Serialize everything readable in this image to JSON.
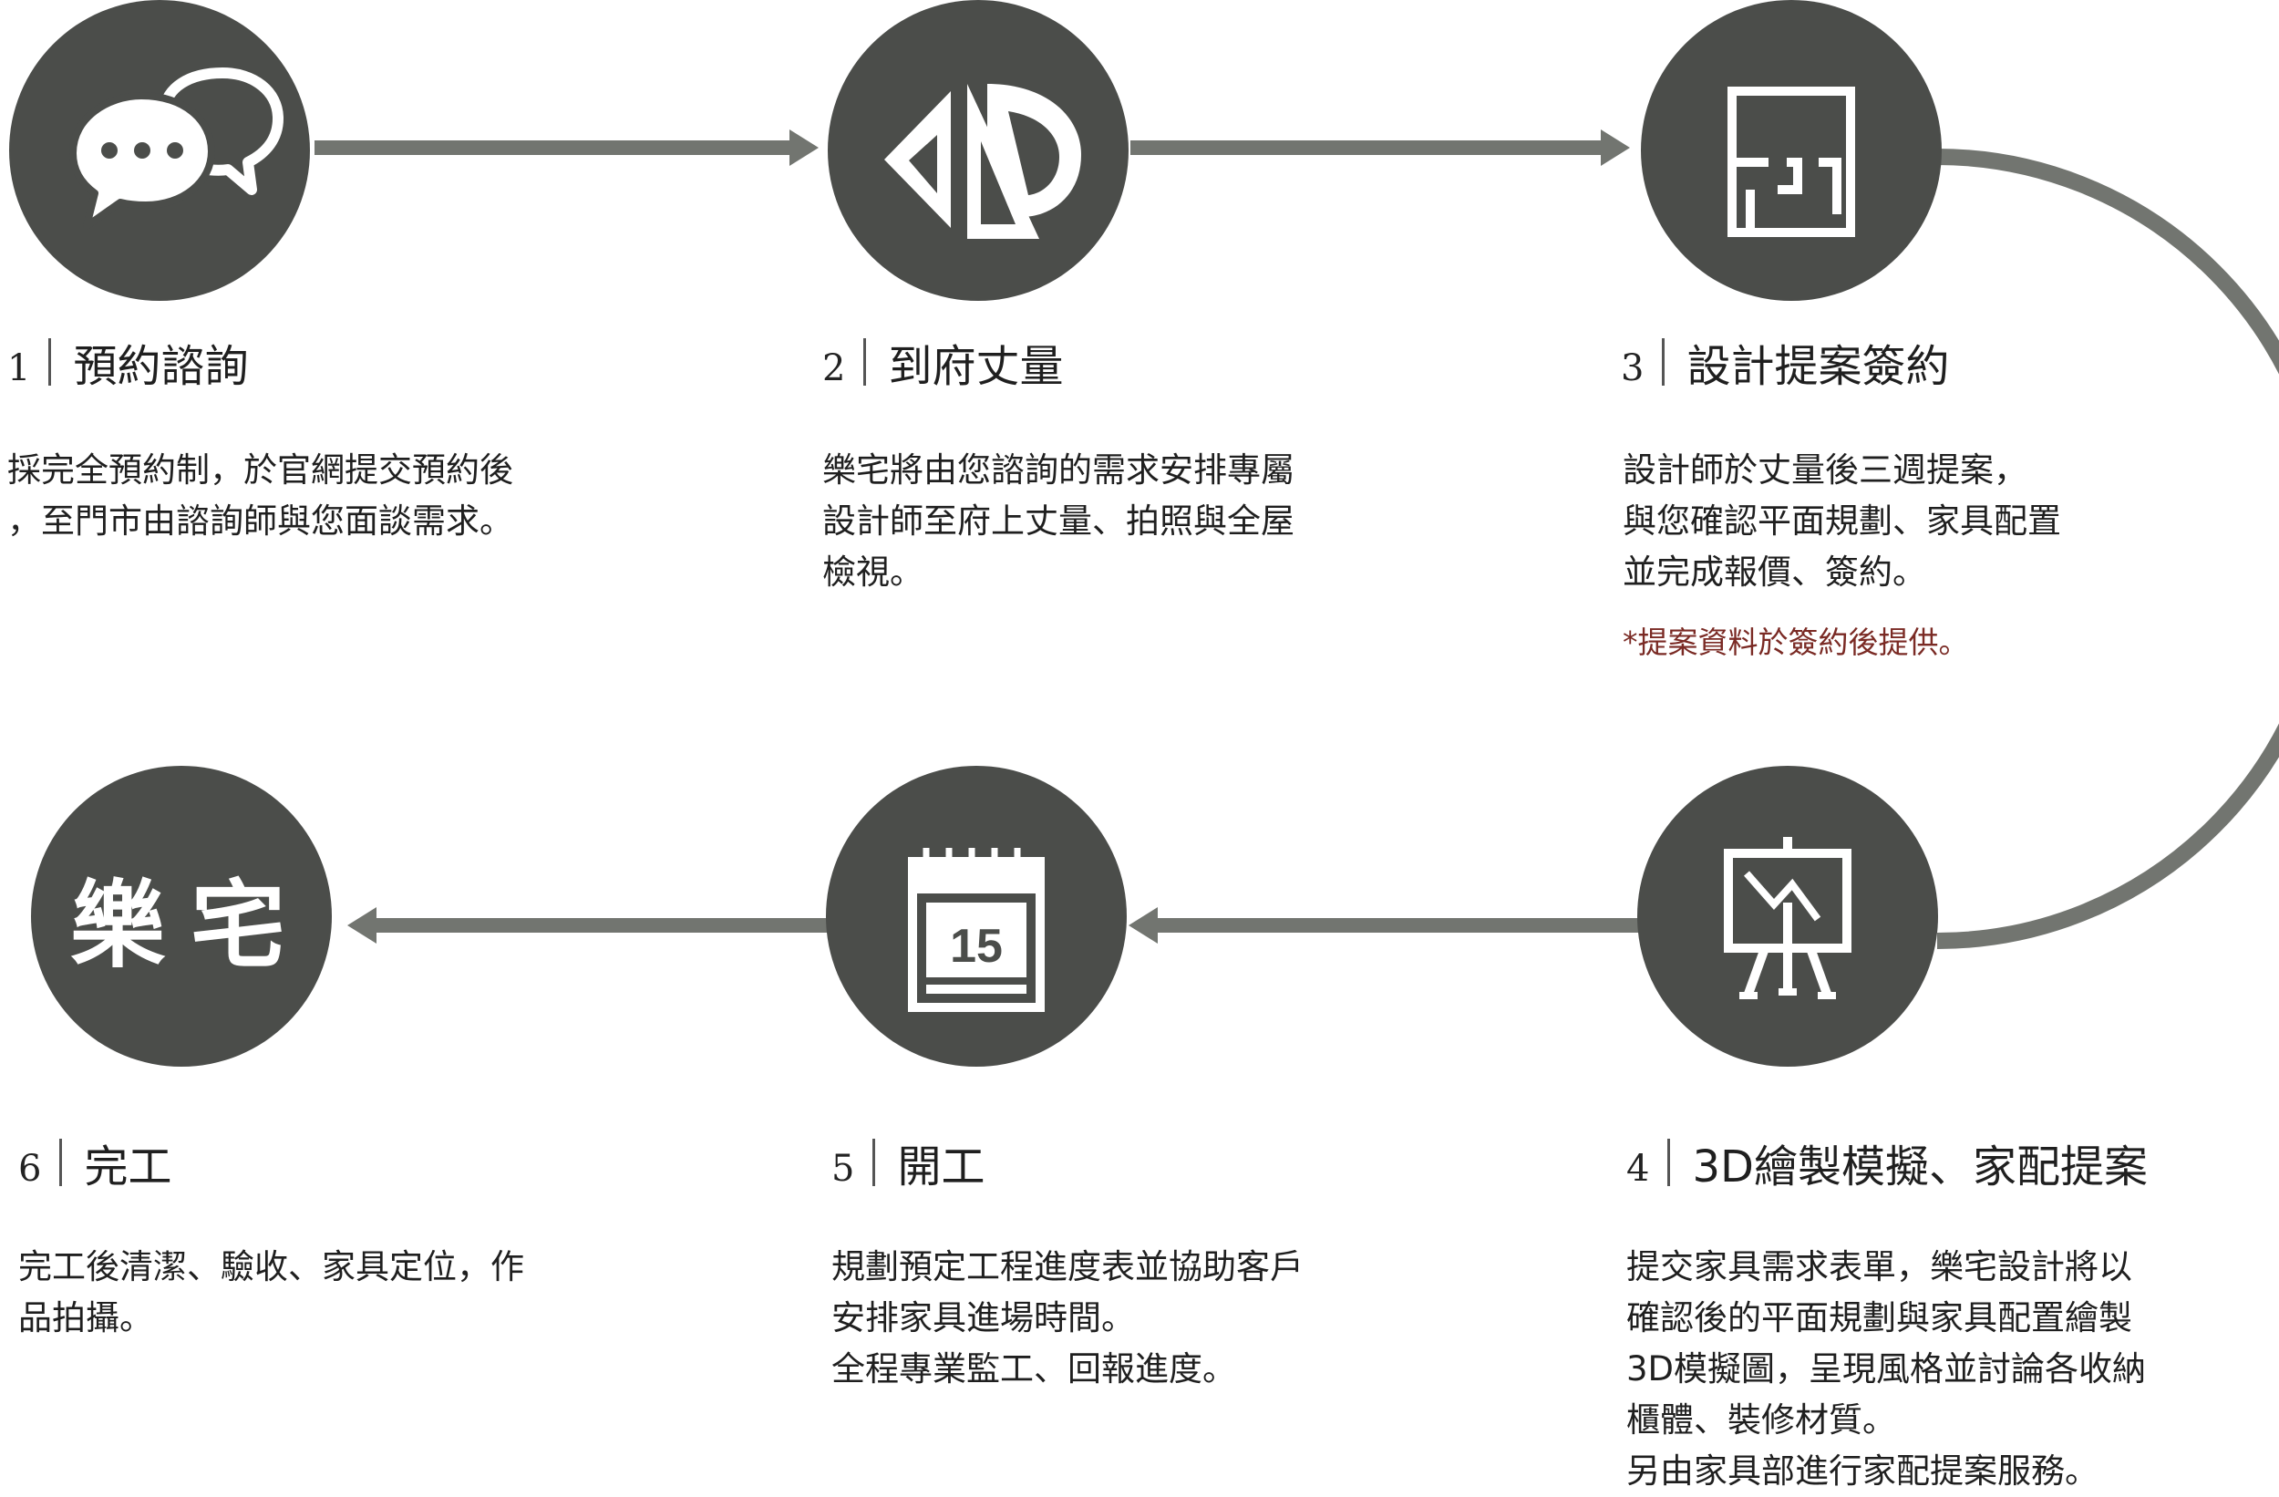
{
  "colors": {
    "circle": "#4b4d4a",
    "connector": "#727570",
    "icon": "#ffffff",
    "note": "#7a2a24"
  },
  "steps": [
    {
      "number": "1",
      "title": "預約諮詢",
      "icon": "chat-bubbles-icon",
      "desc": [
        "採完全預約制，於官網提交預約後",
        "，至門市由諮詢師與您面談需求。"
      ]
    },
    {
      "number": "2",
      "title": "到府丈量",
      "icon": "drafting-tools-icon",
      "desc": [
        "樂宅將由您諮詢的需求安排專屬",
        "設計師至府上丈量、拍照與全屋",
        "檢視。"
      ]
    },
    {
      "number": "3",
      "title": "設計提案簽約",
      "icon": "floor-plan-icon",
      "desc": [
        "設計師於丈量後三週提案，",
        "與您確認平面規劃、家具配置",
        "並完成報價、簽約。"
      ],
      "note": "*提案資料於簽約後提供。"
    },
    {
      "number": "4",
      "title": "3D繪製模擬、家配提案",
      "icon": "presentation-board-icon",
      "desc": [
        "提交家具需求表單，樂宅設計將以",
        "確認後的平面規劃與家具配置繪製",
        "3D模擬圖，呈現風格並討論各收納",
        "櫃體、裝修材質。",
        "另由家具部進行家配提案服務。"
      ]
    },
    {
      "number": "5",
      "title": "開工",
      "icon": "calendar-icon",
      "calendar_day": "15",
      "desc": [
        "規劃預定工程進度表並協助客戶",
        "安排家具進場時間。",
        "全程專業監工、回報進度。"
      ]
    },
    {
      "number": "6",
      "title": "完工",
      "icon": "brand-logo-icon",
      "logo_text": "樂宅",
      "desc": [
        "完工後清潔、驗收、家具定位，作",
        "品拍攝。"
      ]
    }
  ]
}
